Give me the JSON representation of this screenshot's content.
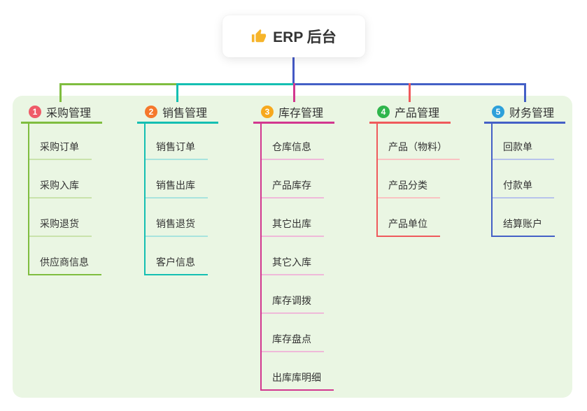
{
  "root": {
    "title": "ERP 后台",
    "icon": "thumbs-up",
    "icon_color": "#f6b42a"
  },
  "colors": {
    "canvas": "#ffffff",
    "panel": "#eaf6e3",
    "trunk": "#4459c5",
    "text": "#333333"
  },
  "branches": [
    {
      "badge": "1",
      "title": "采购管理",
      "badge_color": "#ef5b68",
      "line_color": "#7fbd3f",
      "child_line_color": "#c9e3ab",
      "children": [
        "采购订单",
        "采购入库",
        "采购退货",
        "供应商信息"
      ]
    },
    {
      "badge": "2",
      "title": "销售管理",
      "badge_color": "#f5782c",
      "line_color": "#14bfb2",
      "child_line_color": "#a8e4de",
      "children": [
        "销售订单",
        "销售出库",
        "销售退货",
        "客户信息"
      ]
    },
    {
      "badge": "3",
      "title": "库存管理",
      "badge_color": "#f7a81d",
      "line_color": "#d2378f",
      "child_line_color": "#efb9d9",
      "children": [
        "仓库信息",
        "产品库存",
        "其它出库",
        "其它入库",
        "库存调拨",
        "库存盘点",
        "出库库明细"
      ]
    },
    {
      "badge": "4",
      "title": "产品管理",
      "badge_color": "#2fb54c",
      "line_color": "#ef5a5c",
      "child_line_color": "#f9c2c2",
      "children": [
        "产品（物料）",
        "产品分类",
        "产品单位"
      ]
    },
    {
      "badge": "5",
      "title": "财务管理",
      "badge_color": "#2da0da",
      "line_color": "#4460c6",
      "child_line_color": "#b7c3ec",
      "children": [
        "回款单",
        "付款单",
        "结算账户"
      ]
    }
  ]
}
